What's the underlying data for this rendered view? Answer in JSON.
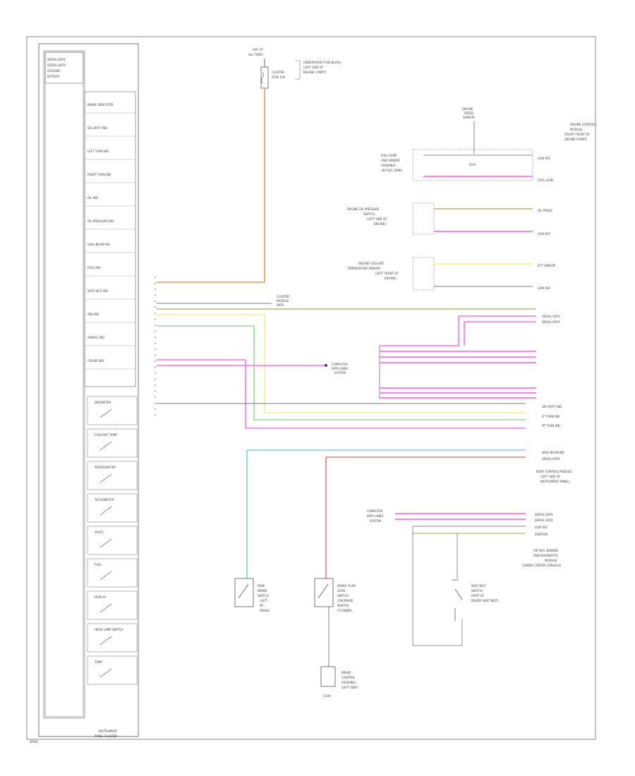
{
  "cluster": {
    "top_label": [
      "SERIAL DATA",
      "SERIAL DATA",
      "GROUND",
      "BATTERY"
    ],
    "segments": [
      "BRAKE INDICATOR",
      "SECURITY IND",
      "LEFT TURN IND",
      "RIGHT TURN IND",
      "OIL IND",
      "OIL PRESSURE IND",
      "HIGH BEAM IND",
      "FUEL IND",
      "SEAT BELT IND",
      "ABS IND",
      "AIRBAG IND",
      "CRUISE IND"
    ],
    "gauges": [
      "ODOMETER",
      "COOLANT TEMP",
      "SPEEDOMETER",
      "TACHOMETER",
      "VOLTS",
      "FUEL",
      "DISPLAY",
      "HEAD LAMP SWITCH",
      "TEMP"
    ],
    "footer_label": [
      "INSTRUMENT",
      "PANEL CLUSTER"
    ]
  },
  "fuse": {
    "label": [
      "HOT AT",
      "ALL TIMES"
    ],
    "fuse_name": [
      "CLUSTER",
      "FUSE 10A"
    ],
    "note": [
      "UNDERHOOD FUSE BLOCK",
      "(LEFT SIDE OF",
      "ENGINE COMPT)"
    ]
  },
  "right_modules": {
    "fuel_sender": {
      "label": [
        "FUEL PUMP",
        "AND SENDER",
        "ASSEMBLY",
        "(IN FUEL TANK)"
      ],
      "sensor": [
        "ENGINE",
        "SPEED",
        "SENSOR"
      ],
      "note": [
        "ENGINE CONTROL",
        "MODULE",
        "(RIGHT FRONT OF",
        "ENGINE COMPT)"
      ],
      "pins": [
        "LOW REF",
        "FUEL LEVEL"
      ],
      "center": "ECM"
    },
    "oil_pressure": {
      "label": [
        "ENGINE OIL PRESSURE",
        "SWITCH",
        "(LEFT SIDE OF",
        "ENGINE)"
      ],
      "pins": [
        "OIL PRESS",
        "LOW REF"
      ]
    },
    "coolant": {
      "label": [
        "ENGINE COOLANT",
        "TEMPERATURE SENSOR",
        "(LEFT FRONT OF",
        "ENGINE)"
      ],
      "pins": [
        "ECT SENSOR",
        "LOW REF"
      ]
    }
  },
  "bus_labels": [
    "SERIAL DATA",
    "SERIAL DATA",
    "SECURITY IND",
    "LT TURN IND",
    "RT TURN IND"
  ],
  "junction": [
    "COMPUTER",
    "DATA LINES",
    "SYSTEM"
  ],
  "left_connector": [
    "CLUSTER",
    "MODULE",
    "DATA"
  ],
  "bottom_right": {
    "top_labels": [
      "HIGH BEAM IND",
      "SERIAL DATA"
    ],
    "note": [
      "BODY CONTROL MODULE",
      "(LEFT SIDE OF",
      "INSTRUMENT PANEL)"
    ],
    "module_labels": [
      "COMPUTER",
      "DATA LINES",
      "SYSTEM"
    ],
    "pins": [
      "SERIAL DATA",
      "SERIAL DATA",
      "LOW REF",
      "IGNITION"
    ],
    "note2": [
      "AIR BAG SENSING",
      "AND DIAGNOSTIC",
      "MODULE",
      "(UNDER CENTER CONSOLE)"
    ],
    "switch": [
      "SEAT BELT",
      "SWITCH",
      "(PART OF",
      "DRIVER SEAT BELT)"
    ]
  },
  "bottom_components": {
    "park_brake": [
      "PARK",
      "BRAKE",
      "SWITCH",
      "(LEFT",
      "OF",
      "PEDAL)"
    ],
    "brake_fluid": [
      "BRAKE FLUID",
      "LEVEL",
      "SWITCH",
      "(ON BRAKE",
      "MASTER",
      "CYLINDER)"
    ],
    "ground": [
      "BRAKE",
      "CONTROL",
      "ASSEMBLY",
      "(LEFT SIDE)"
    ],
    "ground_id": "G100"
  },
  "footer_code": "W94G"
}
